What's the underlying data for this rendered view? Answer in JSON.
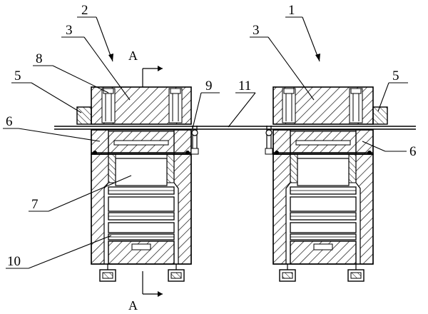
{
  "labels": {
    "l1": "1",
    "l2": "2",
    "l3_left": "3",
    "l3_right": "3",
    "l5_left": "5",
    "l5_right": "5",
    "l6_left": "6",
    "l6_right": "6",
    "l7": "7",
    "l8": "8",
    "l9": "9",
    "l10": "10",
    "l11": "11",
    "section_top": "A",
    "section_bottom": "A"
  }
}
